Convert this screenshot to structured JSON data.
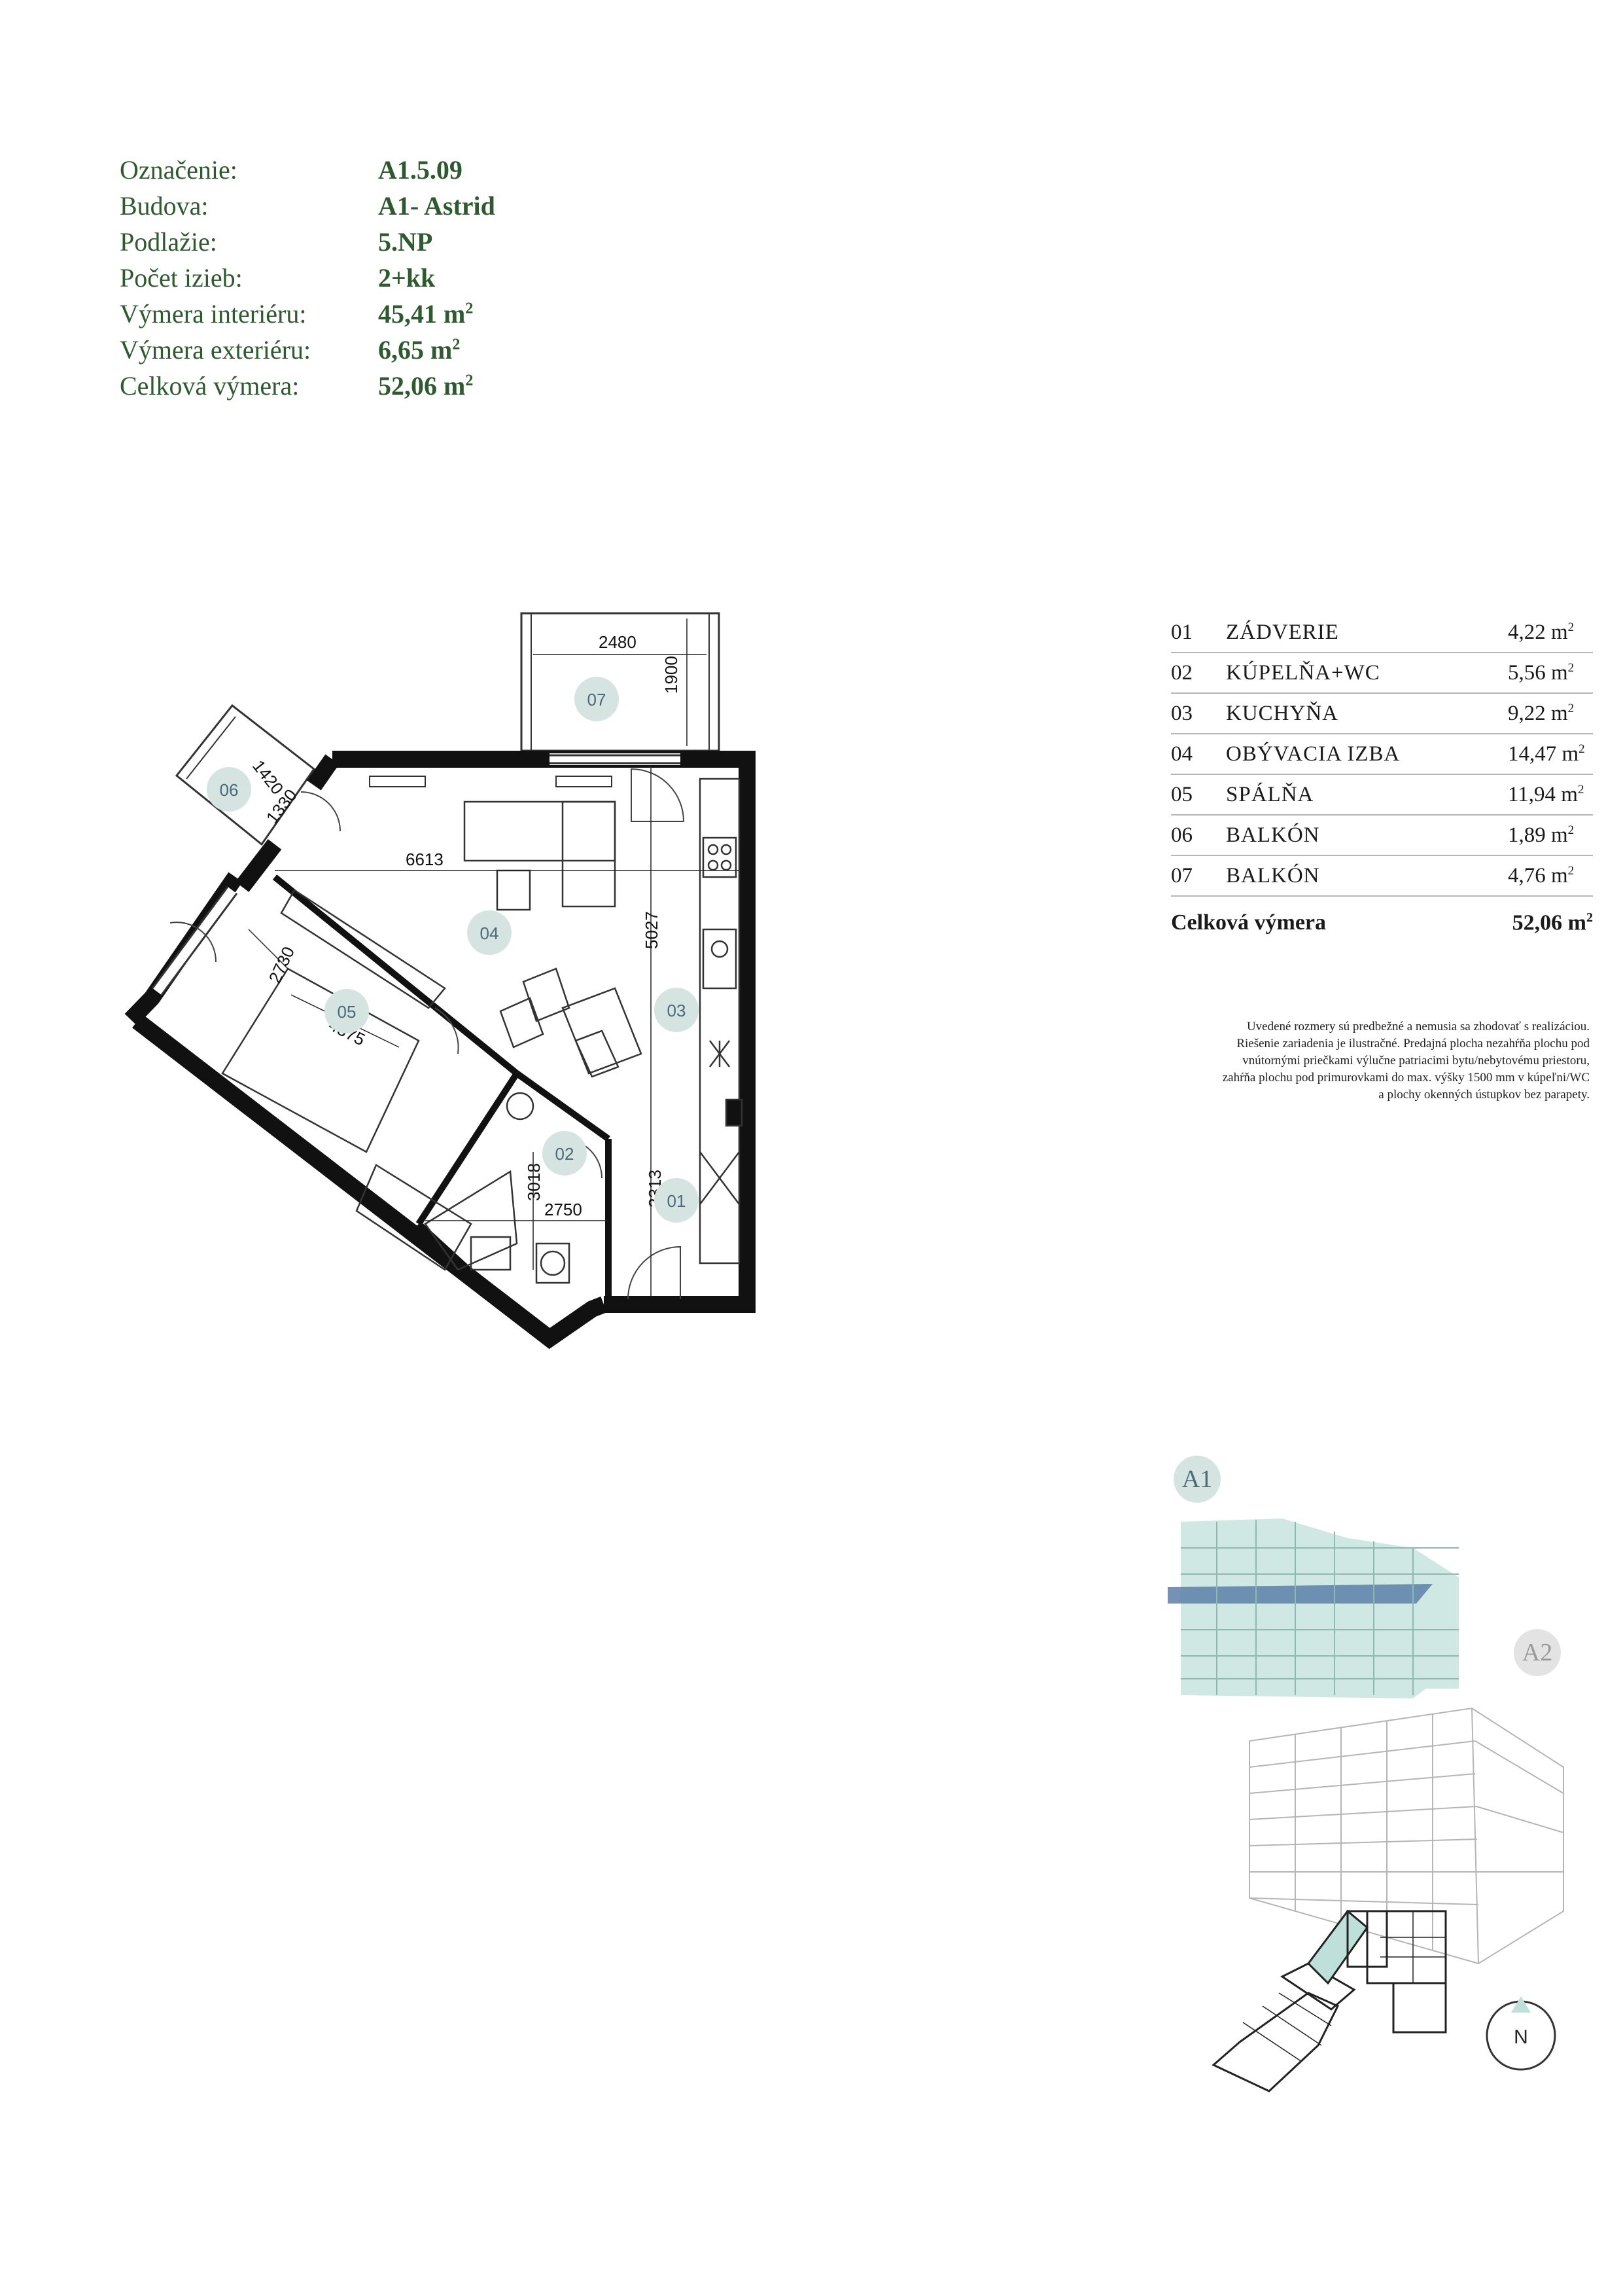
{
  "info": {
    "rows": [
      {
        "label": "Označenie:",
        "value": "A1.5.09",
        "unit": ""
      },
      {
        "label": "Budova:",
        "value": "A1- Astrid",
        "unit": ""
      },
      {
        "label": "Podlažie:",
        "value": "5.NP",
        "unit": ""
      },
      {
        "label": "Počet izieb:",
        "value": "2+kk",
        "unit": ""
      },
      {
        "label": "Výmera interiéru:",
        "value": "45,41 m",
        "unit": "2"
      },
      {
        "label": "Výmera exteriéru:",
        "value": "6,65 m",
        "unit": "2"
      },
      {
        "label": "Celková výmera:",
        "value": "52,06 m",
        "unit": "2"
      }
    ]
  },
  "rooms": {
    "items": [
      {
        "no": "01",
        "name": "ZÁDVERIE",
        "area": "4,22 m",
        "unit": "2"
      },
      {
        "no": "02",
        "name": "KÚPELŇA+WC",
        "area": "5,56 m",
        "unit": "2"
      },
      {
        "no": "03",
        "name": "KUCHYŇA",
        "area": "9,22 m",
        "unit": "2"
      },
      {
        "no": "04",
        "name": "OBÝVACIA IZBA",
        "area": "14,47 m",
        "unit": "2"
      },
      {
        "no": "05",
        "name": "SPÁLŇA",
        "area": "11,94 m",
        "unit": "2"
      },
      {
        "no": "06",
        "name": "BALKÓN",
        "area": "1,89 m",
        "unit": "2"
      },
      {
        "no": "07",
        "name": "BALKÓN",
        "area": "4,76 m",
        "unit": "2"
      }
    ],
    "total_label": "Celková výmera",
    "total_value": "52,06 m",
    "total_unit": "2"
  },
  "disclaimer": [
    "Uvedené rozmery sú predbežné a nemusia sa zhodovať s realizáciou.",
    "Riešenie zariadenia je ilustračné. Predajná plocha nezahŕňa plochu pod",
    "vnútornými priečkami výlučne patriacimi bytu/nebytovému priestoru,",
    "zahŕňa plochu pod primurovkami do max. výšky 1500 mm v kúpeľni/WC",
    "a plochy okenných ústupkov bez parapety."
  ],
  "plan": {
    "tags": [
      "07",
      "06",
      "04",
      "05",
      "03",
      "02",
      "01"
    ],
    "dims": [
      "2480",
      "1900",
      "1420",
      "1330",
      "6613",
      "5027",
      "2730",
      "4375",
      "3018",
      "2750",
      "2313"
    ]
  },
  "buildings": {
    "a1": "A1",
    "a2": "A2"
  },
  "compass": {
    "label": "N"
  },
  "colors": {
    "text_green": "#2f5a2f",
    "tag_fill": "#d5e4e1",
    "tag_text": "#4a6a7a",
    "a1_fill": "#bfe0da",
    "a1_band": "#5c7fa8"
  }
}
